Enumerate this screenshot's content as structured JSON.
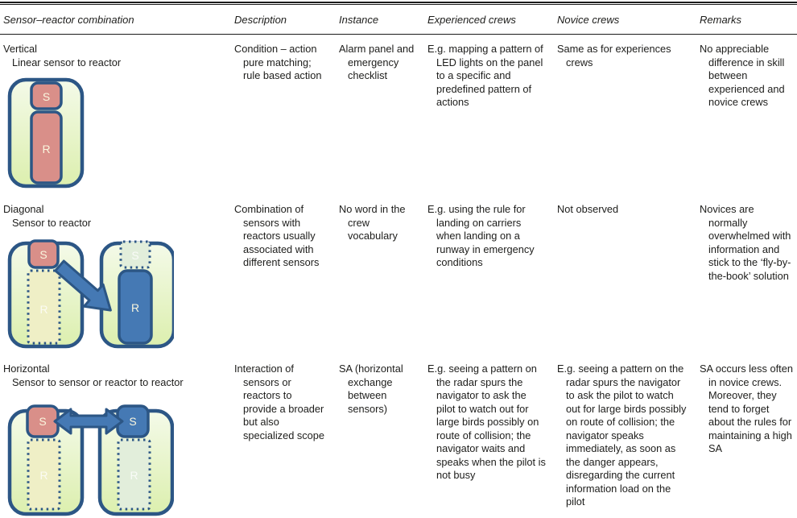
{
  "labels": {
    "sensor": "S",
    "reactor": "R"
  },
  "colors": {
    "navy": "#2c5685",
    "sensor-red": "#d98f89",
    "reactor-blue": "#4579b4",
    "container-top": "#f4fae9",
    "container-bottom": "#dcefae",
    "dashed-yellow": "#efefc6",
    "dashed-green": "#e2eedb"
  },
  "table": {
    "columns": [
      "Sensor–reactor combination",
      "Description",
      "Instance",
      "Experienced crews",
      "Novice crews",
      "Remarks"
    ],
    "rows": [
      {
        "title": "Vertical",
        "subtitle": "Linear sensor to reactor",
        "description": "Condition – action pure matching; rule based action",
        "instance": "Alarm panel and emergency checklist",
        "experienced": "E.g. mapping a pattern of LED lights on the panel to a specific and predefined pattern of actions",
        "novice": "Same as for experiences crews",
        "remarks": "No appreciable difference in skill between experienced and novice crews"
      },
      {
        "title": "Diagonal",
        "subtitle": "Sensor to reactor",
        "description": "Combination of sensors with reactors usually associated with different sensors",
        "instance": "No word in the crew vocabulary",
        "experienced": "E.g. using the rule for landing on carriers when landing on a runway in emergency conditions",
        "novice": "Not observed",
        "remarks": "Novices are normally overwhelmed with information and stick to the ‘fly-by-the-book’ solution"
      },
      {
        "title": "Horizontal",
        "subtitle": "Sensor to sensor or reactor to reactor",
        "description": "Interaction of sensors or reactors to provide a broader but also specialized scope",
        "instance": "SA (horizontal exchange between sensors)",
        "experienced": "E.g. seeing a pattern on the radar spurs the navigator to ask the pilot to watch out for large birds possibly on route of collision; the navigator waits and speaks when the pilot is not busy",
        "novice": "E.g. seeing a pattern on the radar spurs the navigator to ask the pilot to watch out for large birds possibly on route of collision; the navigator speaks immediately, as soon as the danger appears, disregarding the current information load on the pilot",
        "remarks": "SA occurs less often in novice crews. Moreover, they tend to forget about the rules for maintaining a high SA"
      }
    ]
  }
}
